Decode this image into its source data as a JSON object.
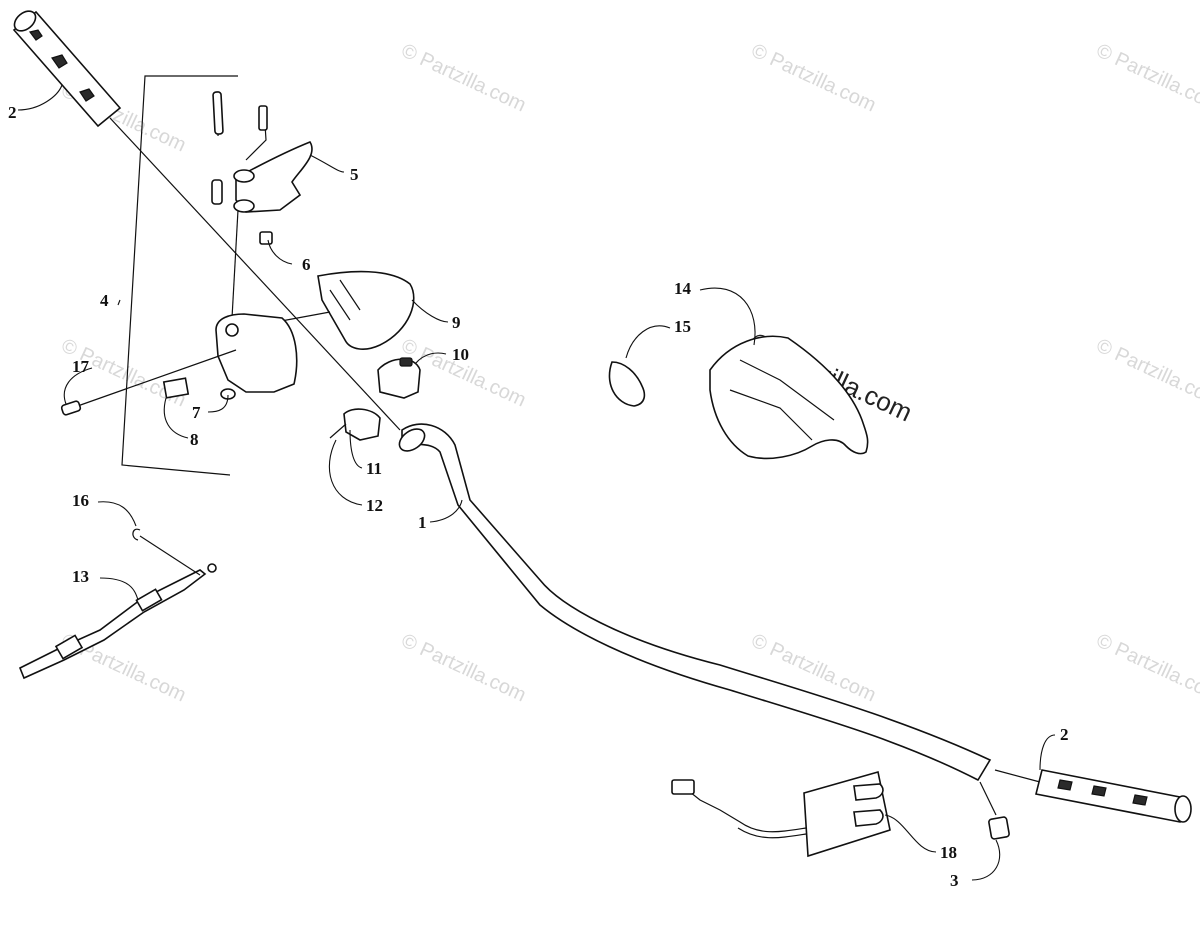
{
  "watermark": {
    "text": "© Partzilla.com"
  },
  "callouts": {
    "c1": "1",
    "c2a": "2",
    "c2b": "2",
    "c3": "3",
    "c4": "4",
    "c5": "5",
    "c6": "6",
    "c7": "7",
    "c8": "8",
    "c9": "9",
    "c10": "10",
    "c11": "11",
    "c12": "12",
    "c13": "13",
    "c14": "14",
    "c15": "15",
    "c16": "16",
    "c17": "17",
    "c18": "18"
  },
  "colors": {
    "ink": "#111111",
    "watermark": "#d8d8d8",
    "background": "#ffffff"
  }
}
